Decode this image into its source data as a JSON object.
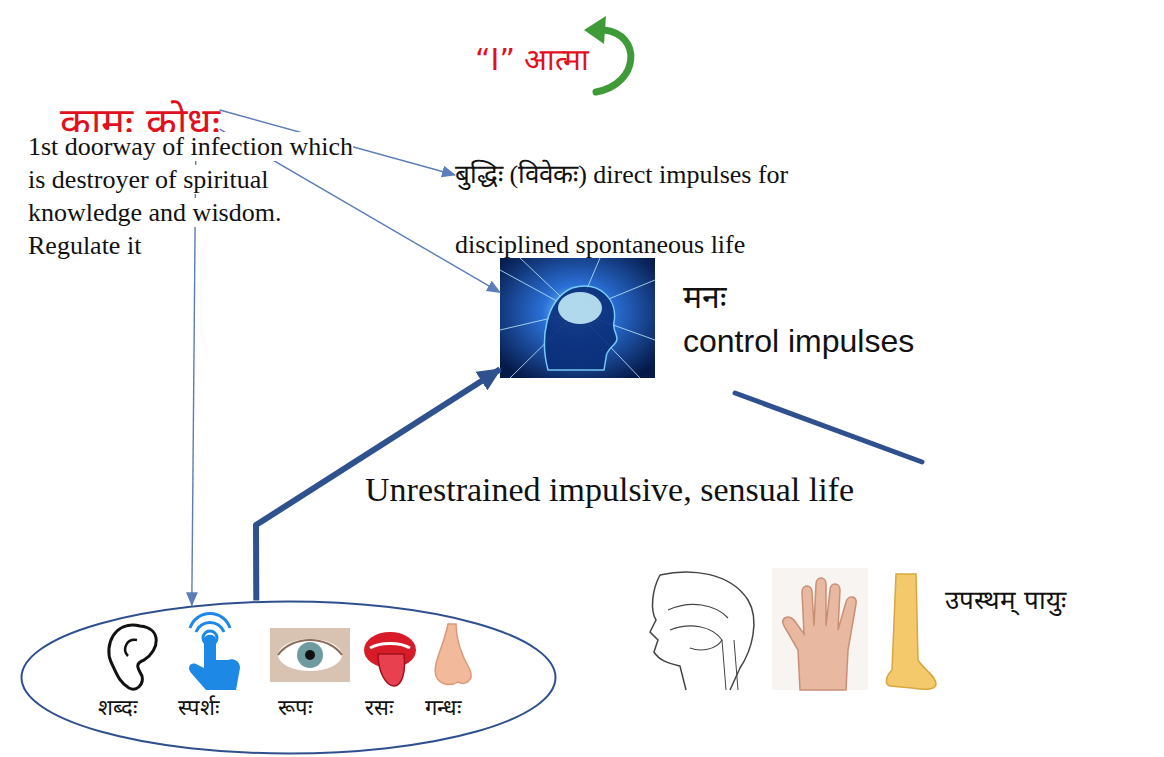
{
  "diagram": {
    "nodes": [
      {
        "text": [
          "कामः क्रोधः"
        ]
      },
      {
        "text": [
          "बुद्धिः (विवेकः) direct impulses for disciplined spontaneous life"
        ]
      },
      {
        "text": [
          "मनः",
          "control impulses"
        ]
      },
      {
        "text": [
          "शब्दः",
          "स्पर्शः",
          "रूपः",
          "रसः",
          "गन्धः"
        ]
      }
    ],
    "edges": [
      {
        "from": 0,
        "to": 1,
        "arrow": "to"
      },
      {
        "from": 0,
        "to": 2,
        "arrow": "to"
      },
      {
        "from": 0,
        "to": 3,
        "arrow": "to"
      },
      {
        "from": 3,
        "to": 2,
        "arrow": "to"
      }
    ],
    "labels": [
      "“I” आत्मा",
      "1st doorway of infection which is destroyer of spiritual knowledge and wisdom. Regulate it",
      "Unrestrained impulsive, sensual life",
      "उपस्थम् पायुः"
    ]
  }
}
